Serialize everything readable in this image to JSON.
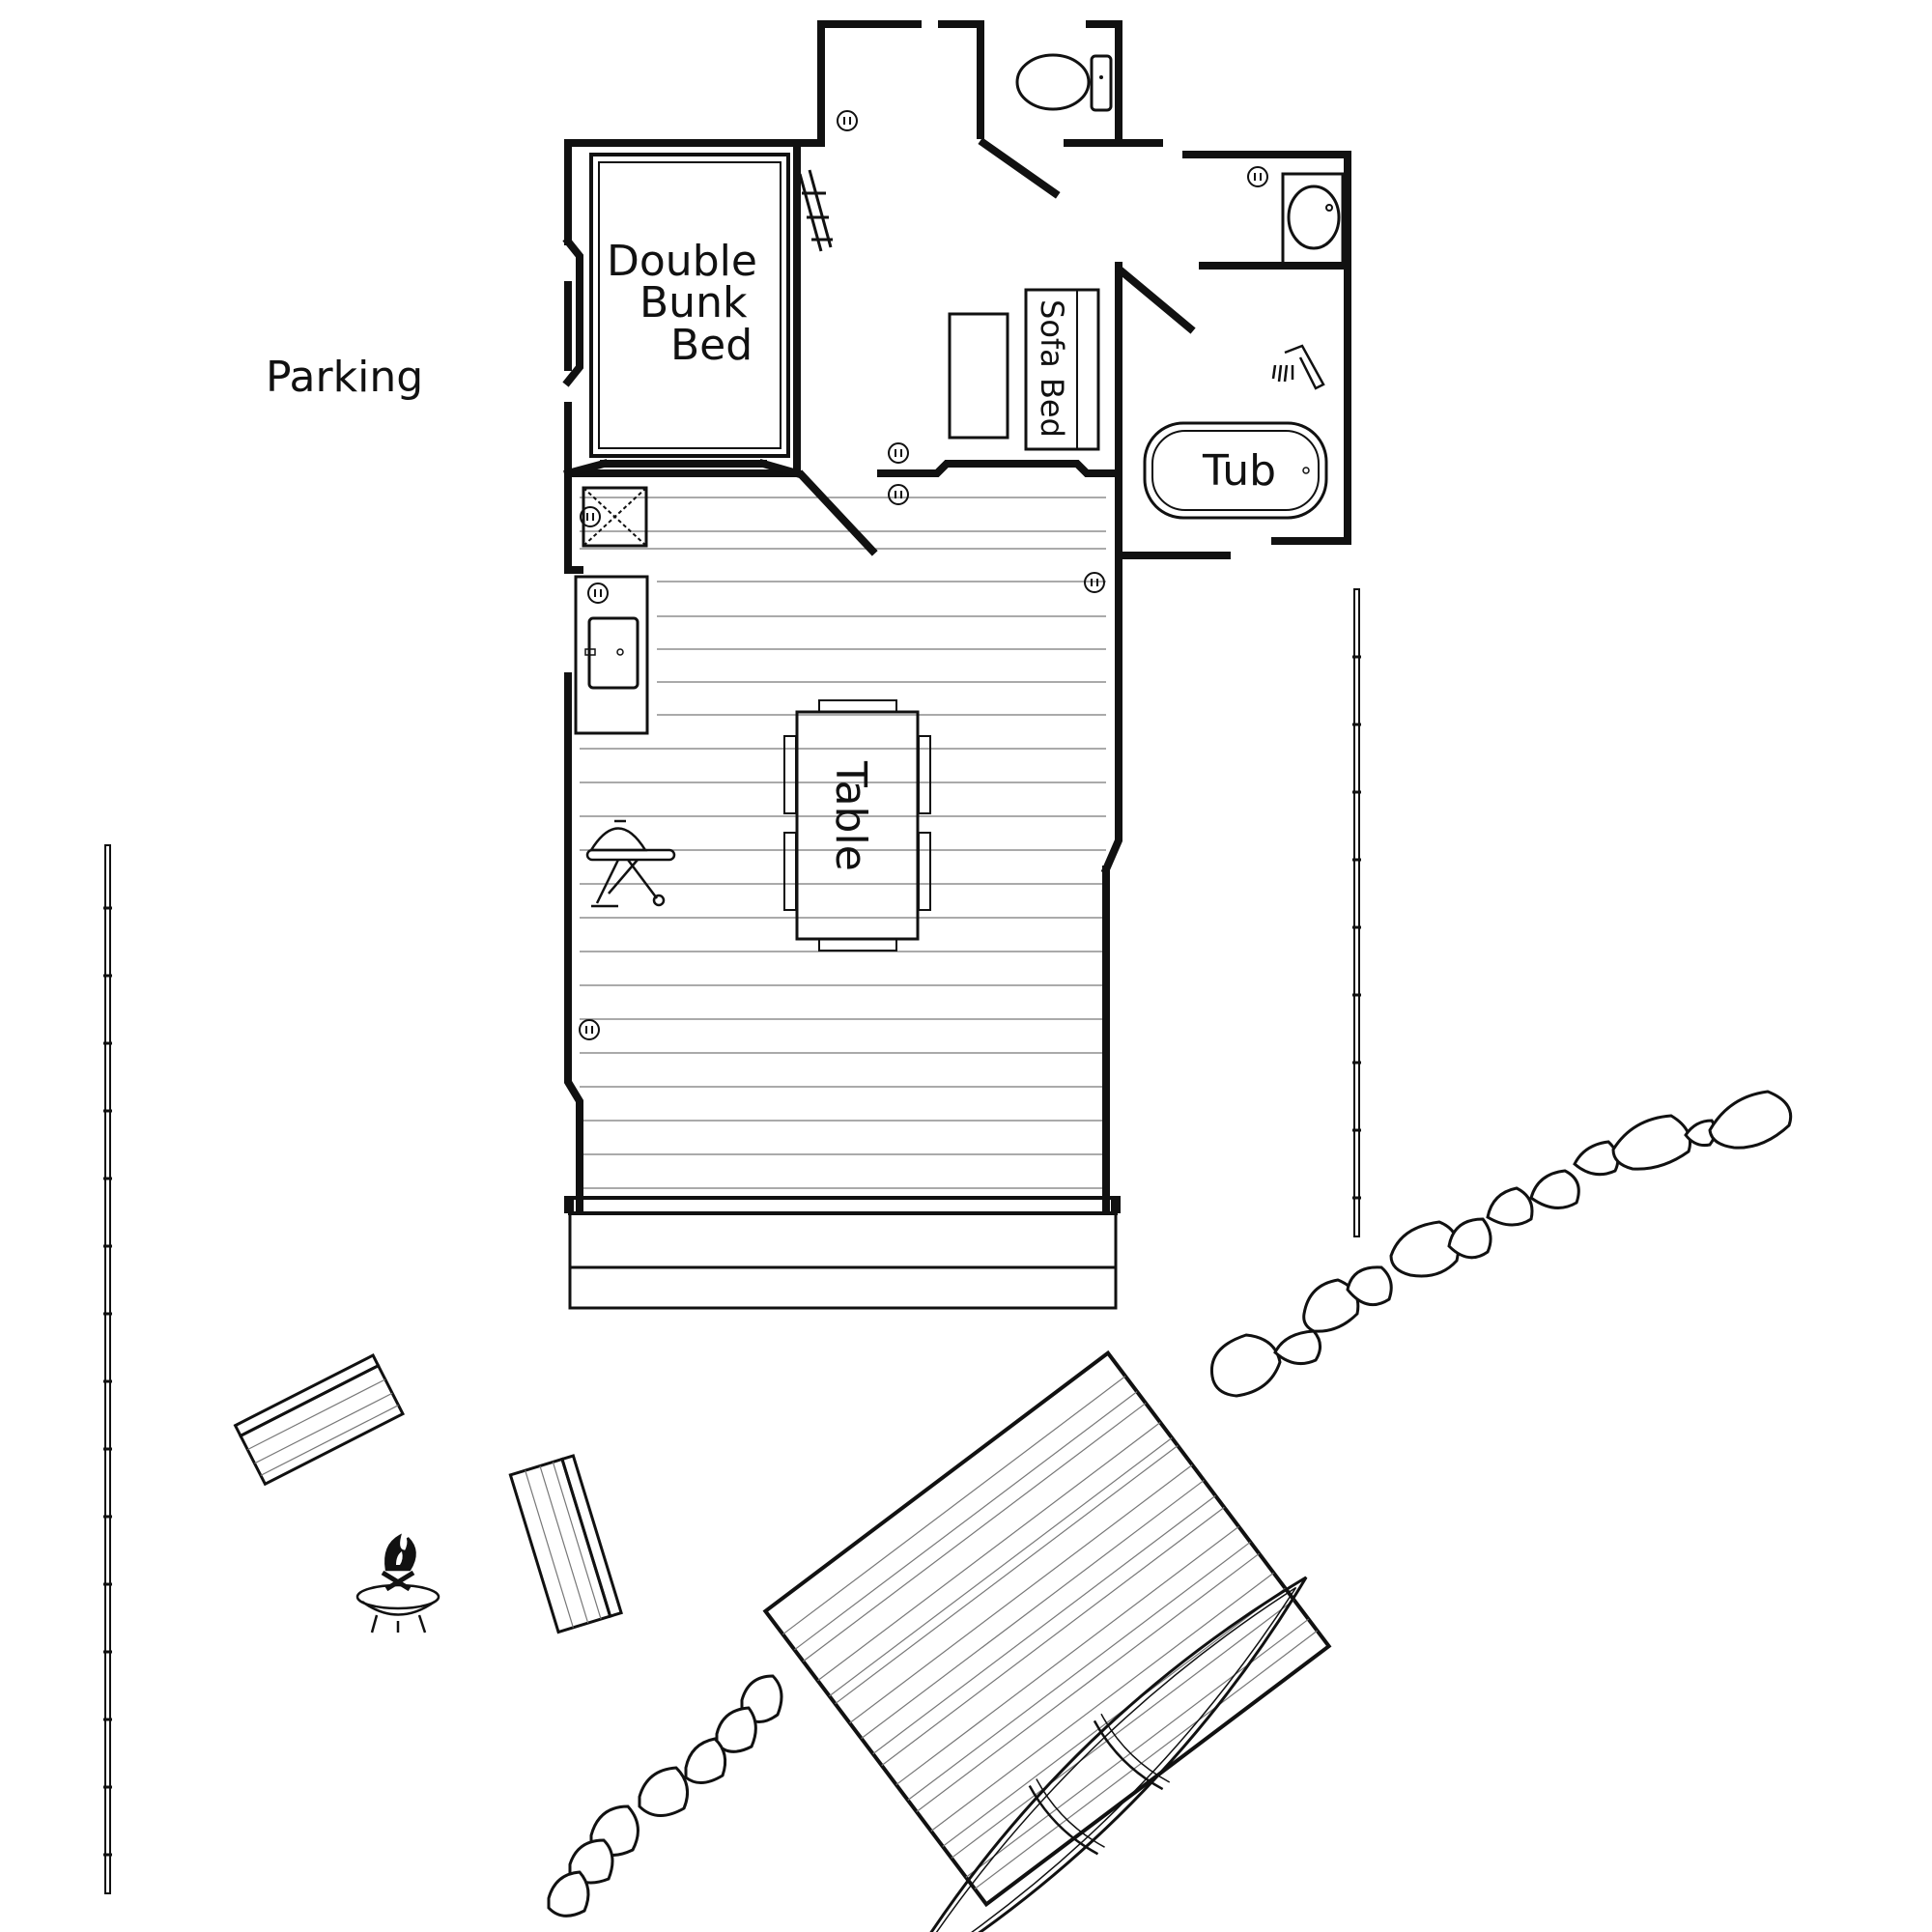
{
  "labels": {
    "parking": "Parking",
    "double_bunk_bed": "Double",
    "double_bunk_bed_2": "Bunk",
    "double_bunk_bed_3": "Bed",
    "sofa_bed": "Sofa Bed",
    "tub": "Tub",
    "table": "Table"
  },
  "colors": {
    "ink": "#111111",
    "paper": "#ffffff"
  },
  "icons": [
    "toilet-icon",
    "sink-icon",
    "shower-icon",
    "bathtub-icon",
    "grill-icon",
    "fire-pit-icon",
    "canoe-icon",
    "outlet-icon"
  ]
}
